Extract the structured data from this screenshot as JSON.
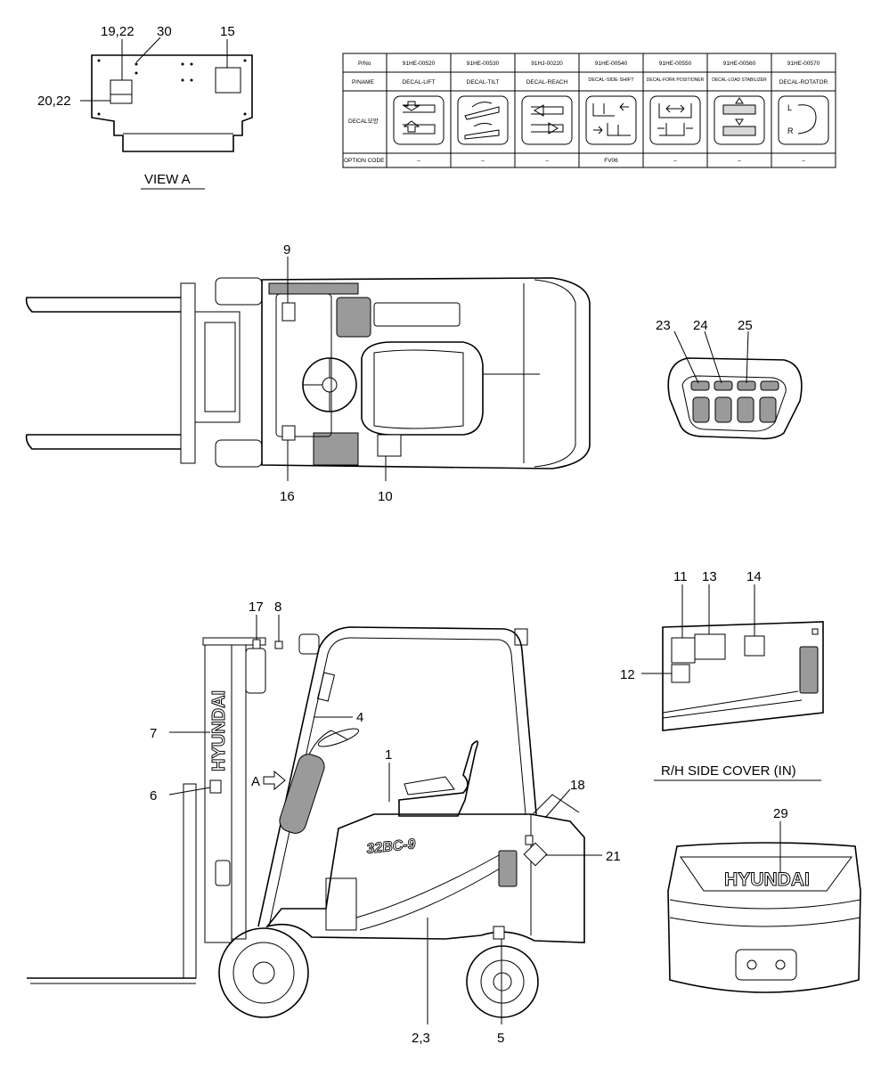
{
  "view_a": {
    "title": "VIEW A",
    "labels": [
      "19,22",
      "30",
      "15",
      "20,22"
    ]
  },
  "decal_table": {
    "row_headers": [
      "P/No",
      "P/NAME",
      "DECAL모양",
      "OPTION CODE"
    ],
    "columns": [
      {
        "pno": "91HE-00520",
        "name": "DECAL-LIFT",
        "option": "–",
        "icon": "lift-decal-icon"
      },
      {
        "pno": "91HE-00530",
        "name": "DECAL-TILT",
        "option": "–",
        "icon": "tilt-decal-icon"
      },
      {
        "pno": "91HJ-00220",
        "name": "DECAL-REACH",
        "option": "–",
        "icon": "reach-decal-icon"
      },
      {
        "pno": "91HE-00540",
        "name": "DECAL-SIDE SHIFT",
        "option": "FV06",
        "icon": "side-shift-decal-icon"
      },
      {
        "pno": "91HE-00550",
        "name": "DECAL-FORK POSITIONER",
        "option": "–",
        "icon": "fork-positioner-decal-icon"
      },
      {
        "pno": "91HE-00560",
        "name": "DECAL-LOAD STABILIZER",
        "option": "–",
        "icon": "load-stabilizer-decal-icon"
      },
      {
        "pno": "91HE-00570",
        "name": "DECAL-ROTATOR",
        "option": "–",
        "icon": "rotator-decal-icon"
      }
    ]
  },
  "top_view": {
    "labels": [
      "9",
      "16",
      "10"
    ]
  },
  "control_lever": {
    "labels": [
      "23",
      "24",
      "25"
    ]
  },
  "side_view": {
    "labels": [
      "17",
      "8",
      "4",
      "7",
      "1",
      "6",
      "A",
      "18",
      "21",
      "2,3",
      "5"
    ],
    "mast_brand": "HYUNDAI",
    "model_badge": "32BC-9"
  },
  "rh_side_cover": {
    "title": "R/H SIDE COVER (IN)",
    "labels": [
      "11",
      "13",
      "14",
      "12"
    ]
  },
  "counterweight": {
    "labels": [
      "29"
    ],
    "brand": "HYUNDAI"
  }
}
